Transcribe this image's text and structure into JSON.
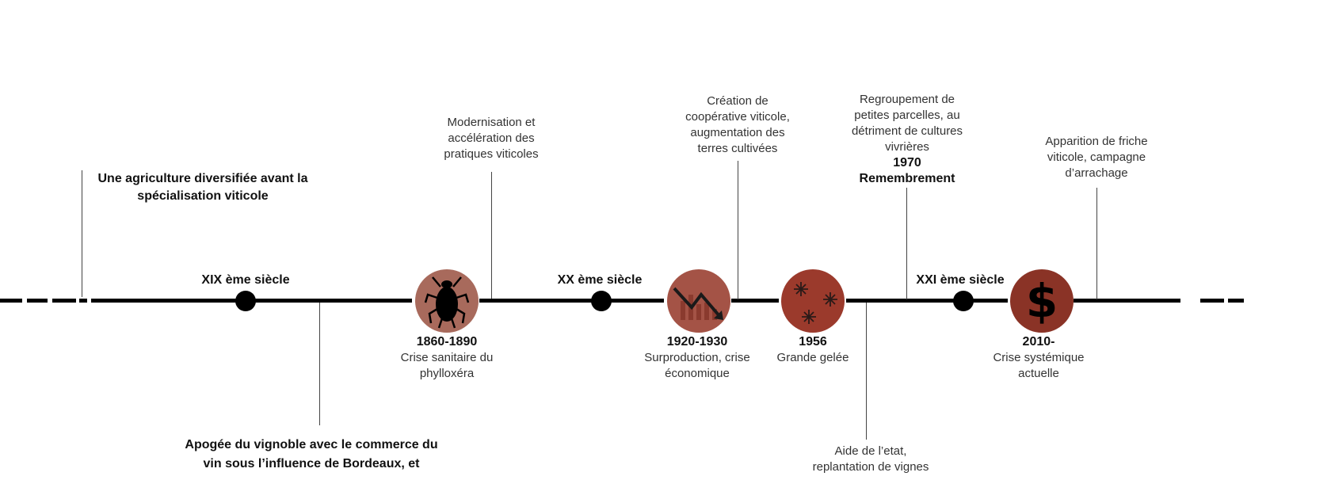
{
  "timeline": {
    "colors": {
      "line": "#000000",
      "phylloxera": "#a86a5c",
      "crisis": "#a45346",
      "frost": "#9b3a2c",
      "systemic": "#8a3326"
    },
    "centuries": [
      {
        "label": "XIX ème siècle"
      },
      {
        "label": "XX ème siècle"
      },
      {
        "label": "XXI ème siècle"
      }
    ],
    "notes": {
      "diversified": [
        "Une agriculture diversifiée avant la",
        "spécialisation viticole"
      ],
      "apogee": [
        "Apogée du vignoble avec le commerce du",
        "vin sous l’influence de Bordeaux, et"
      ],
      "modernisation": [
        "Modernisation et",
        "accélération des",
        "pratiques viticoles"
      ],
      "cooperative": [
        "Création de",
        "coopérative viticole,",
        "augmentation des",
        "terres cultivées"
      ],
      "remembrement": [
        "Regroupement de",
        "petites parcelles, au",
        "détriment de cultures",
        "vivrières"
      ],
      "remembrement_year": "1970",
      "remembrement_title": "Remembrement",
      "aide": [
        "Aide de l’etat,",
        "replantation de vignes"
      ],
      "friche": [
        "Apparition de friche",
        "viticole, campagne",
        "d’arrachage"
      ]
    },
    "events": [
      {
        "year": "1860-1890",
        "desc": [
          "Crise sanitaire du",
          "phylloxéra"
        ],
        "icon": "beetle-icon"
      },
      {
        "year": "1920-1930",
        "desc": [
          "Surproduction, crise",
          "économique"
        ],
        "icon": "declining-chart-icon"
      },
      {
        "year": "1956",
        "desc": [
          "Grande gelée"
        ],
        "icon": "snowflake-icon"
      },
      {
        "year": "2010-",
        "desc": [
          "Crise systémique",
          "actuelle"
        ],
        "icon": "dollar-icon"
      }
    ]
  }
}
